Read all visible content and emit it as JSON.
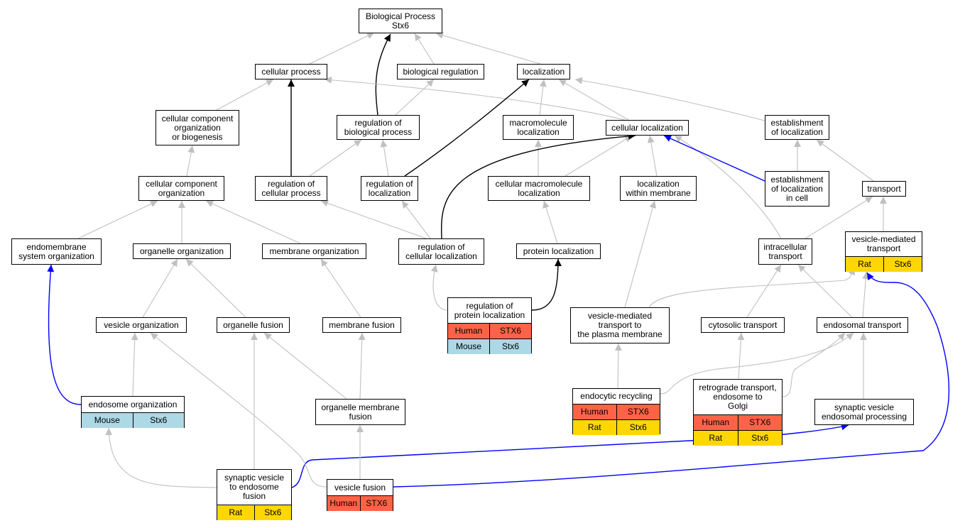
{
  "colors": {
    "human": "#FF6347",
    "mouse": "#ADD8E6",
    "rat": "#FFD700",
    "edge_gray": "#C0C0C0",
    "edge_black": "#000000",
    "edge_blue": "#0000FF"
  },
  "nodes": [
    {
      "id": "bp",
      "label": "Biological Process\nStx6"
    },
    {
      "id": "cp",
      "label": "cellular process"
    },
    {
      "id": "br",
      "label": "biological regulation"
    },
    {
      "id": "loc",
      "label": "localization"
    },
    {
      "id": "ccob",
      "label": "cellular component\norganization\nor biogenesis"
    },
    {
      "id": "rbp",
      "label": "regulation of\nbiological process"
    },
    {
      "id": "ml",
      "label": "macromolecule\nlocalization"
    },
    {
      "id": "cl",
      "label": "cellular localization"
    },
    {
      "id": "eol",
      "label": "establishment\nof localization"
    },
    {
      "id": "cco",
      "label": "cellular component\norganization"
    },
    {
      "id": "rcp",
      "label": "regulation of\ncellular process"
    },
    {
      "id": "rl",
      "label": "regulation of\nlocalization"
    },
    {
      "id": "cml",
      "label": "cellular macromolecule\nlocalization"
    },
    {
      "id": "lwm",
      "label": "localization\nwithin membrane"
    },
    {
      "id": "eolc",
      "label": "establishment\nof localization\nin cell"
    },
    {
      "id": "tr",
      "label": "transport"
    },
    {
      "id": "eso",
      "label": "endomembrane\nsystem organization"
    },
    {
      "id": "oo",
      "label": "organelle organization"
    },
    {
      "id": "mo",
      "label": "membrane organization"
    },
    {
      "id": "rcl",
      "label": "regulation of\ncellular localization"
    },
    {
      "id": "pl",
      "label": "protein localization"
    },
    {
      "id": "it",
      "label": "intracellular\ntransport"
    },
    {
      "id": "vmt",
      "label": "vesicle-mediated\ntransport",
      "rows": [
        [
          {
            "t": "Rat",
            "c": "rat"
          },
          {
            "t": "Stx6",
            "c": "rat"
          }
        ]
      ]
    },
    {
      "id": "vo",
      "label": "vesicle organization"
    },
    {
      "id": "of",
      "label": "organelle fusion"
    },
    {
      "id": "mf",
      "label": "membrane fusion"
    },
    {
      "id": "rpl",
      "label": "regulation of\nprotein localization",
      "rows": [
        [
          {
            "t": "Human",
            "c": "human"
          },
          {
            "t": "STX6",
            "c": "human"
          }
        ],
        [
          {
            "t": "Mouse",
            "c": "mouse"
          },
          {
            "t": "Stx6",
            "c": "mouse"
          }
        ]
      ]
    },
    {
      "id": "vmtpm",
      "label": "vesicle-mediated\ntransport to\nthe plasma membrane"
    },
    {
      "id": "ct",
      "label": "cytosolic transport"
    },
    {
      "id": "et",
      "label": "endosomal transport"
    },
    {
      "id": "eo",
      "label": "endosome organization",
      "rows": [
        [
          {
            "t": "Mouse",
            "c": "mouse"
          },
          {
            "t": "Stx6",
            "c": "mouse"
          }
        ]
      ]
    },
    {
      "id": "omf",
      "label": "organelle membrane\nfusion"
    },
    {
      "id": "er",
      "label": "endocytic recycling",
      "rows": [
        [
          {
            "t": "Human",
            "c": "human"
          },
          {
            "t": "STX6",
            "c": "human"
          }
        ],
        [
          {
            "t": "Rat",
            "c": "rat"
          },
          {
            "t": "Stx6",
            "c": "rat"
          }
        ]
      ]
    },
    {
      "id": "rteg",
      "label": "retrograde transport,\nendosome to\nGolgi",
      "rows": [
        [
          {
            "t": "Human",
            "c": "human"
          },
          {
            "t": "STX6",
            "c": "human"
          }
        ],
        [
          {
            "t": "Rat",
            "c": "rat"
          },
          {
            "t": "Stx6",
            "c": "rat"
          }
        ]
      ]
    },
    {
      "id": "sveprocess",
      "label": "synaptic vesicle\nendosomal processing"
    },
    {
      "id": "svef",
      "label": "synaptic vesicle\nto endosome\nfusion",
      "rows": [
        [
          {
            "t": "Rat",
            "c": "rat"
          },
          {
            "t": "Stx6",
            "c": "rat"
          }
        ]
      ]
    },
    {
      "id": "vf",
      "label": "vesicle fusion",
      "rows": [
        [
          {
            "t": "Human",
            "c": "human"
          },
          {
            "t": "STX6",
            "c": "human"
          }
        ]
      ]
    }
  ],
  "edges": [
    {
      "from": "cp",
      "to": "bp",
      "color": "gray"
    },
    {
      "from": "br",
      "to": "bp",
      "color": "gray"
    },
    {
      "from": "loc",
      "to": "bp",
      "color": "gray"
    },
    {
      "from": "rbp",
      "to": "bp",
      "color": "black"
    },
    {
      "from": "ccob",
      "to": "cp",
      "color": "gray"
    },
    {
      "from": "rcp",
      "to": "cp",
      "color": "black"
    },
    {
      "from": "cl",
      "to": "cp",
      "color": "gray"
    },
    {
      "from": "rbp",
      "to": "br",
      "color": "gray"
    },
    {
      "from": "ml",
      "to": "loc",
      "color": "gray"
    },
    {
      "from": "cl",
      "to": "loc",
      "color": "gray"
    },
    {
      "from": "eol",
      "to": "loc",
      "color": "gray"
    },
    {
      "from": "rl",
      "to": "loc",
      "color": "black"
    },
    {
      "from": "cco",
      "to": "ccob",
      "color": "gray"
    },
    {
      "from": "rcp",
      "to": "rbp",
      "color": "gray"
    },
    {
      "from": "rl",
      "to": "rbp",
      "color": "gray"
    },
    {
      "from": "cml",
      "to": "ml",
      "color": "gray"
    },
    {
      "from": "cml",
      "to": "cl",
      "color": "gray"
    },
    {
      "from": "lwm",
      "to": "cl",
      "color": "gray"
    },
    {
      "from": "it",
      "to": "cl",
      "color": "gray"
    },
    {
      "from": "rcl",
      "to": "cl",
      "color": "black"
    },
    {
      "from": "eolc",
      "to": "cl",
      "color": "blue"
    },
    {
      "from": "eolc",
      "to": "eol",
      "color": "gray"
    },
    {
      "from": "tr",
      "to": "eol",
      "color": "gray"
    },
    {
      "from": "eso",
      "to": "cco",
      "color": "gray"
    },
    {
      "from": "oo",
      "to": "cco",
      "color": "gray"
    },
    {
      "from": "mo",
      "to": "cco",
      "color": "gray"
    },
    {
      "from": "rcl",
      "to": "rcp",
      "color": "gray"
    },
    {
      "from": "rcl",
      "to": "rl",
      "color": "gray"
    },
    {
      "from": "pl",
      "to": "cml",
      "color": "gray"
    },
    {
      "from": "vmtpm",
      "to": "lwm",
      "color": "gray"
    },
    {
      "from": "it",
      "to": "tr",
      "color": "gray"
    },
    {
      "from": "vmt",
      "to": "tr",
      "color": "gray"
    },
    {
      "from": "vo",
      "to": "oo",
      "color": "gray"
    },
    {
      "from": "of",
      "to": "oo",
      "color": "gray"
    },
    {
      "from": "mf",
      "to": "mo",
      "color": "gray"
    },
    {
      "from": "rpl",
      "to": "rcl",
      "color": "gray"
    },
    {
      "from": "rpl",
      "to": "pl",
      "color": "black"
    },
    {
      "from": "ct",
      "to": "it",
      "color": "gray"
    },
    {
      "from": "et",
      "to": "it",
      "color": "gray"
    },
    {
      "from": "vmtpm",
      "to": "vmt",
      "color": "gray"
    },
    {
      "from": "et",
      "to": "vmt",
      "color": "gray"
    },
    {
      "from": "eo",
      "to": "vo",
      "color": "gray"
    },
    {
      "from": "eo",
      "to": "eso",
      "color": "blue"
    },
    {
      "from": "omf",
      "to": "of",
      "color": "gray"
    },
    {
      "from": "omf",
      "to": "mf",
      "color": "gray"
    },
    {
      "from": "er",
      "to": "vmtpm",
      "color": "gray"
    },
    {
      "from": "er",
      "to": "et",
      "color": "gray"
    },
    {
      "from": "rteg",
      "to": "ct",
      "color": "gray"
    },
    {
      "from": "rteg",
      "to": "et",
      "color": "gray"
    },
    {
      "from": "sveprocess",
      "to": "et",
      "color": "gray"
    },
    {
      "from": "svef",
      "to": "eo",
      "color": "gray"
    },
    {
      "from": "svef",
      "to": "of",
      "color": "gray"
    },
    {
      "from": "svef",
      "to": "sveprocess",
      "color": "blue"
    },
    {
      "from": "vf",
      "to": "vo",
      "color": "gray"
    },
    {
      "from": "vf",
      "to": "omf",
      "color": "gray"
    },
    {
      "from": "vf",
      "to": "vmt",
      "color": "blue"
    }
  ]
}
